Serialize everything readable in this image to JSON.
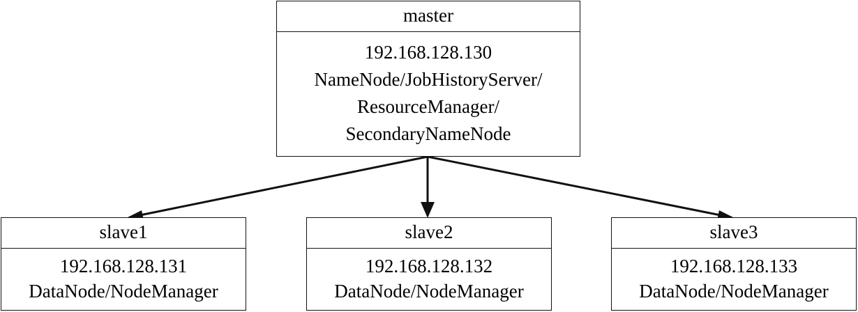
{
  "master": {
    "title": "master",
    "ip": "192.168.128.130",
    "roles": [
      "NameNode/JobHistoryServer/",
      "ResourceManager/",
      "SecondaryNameNode"
    ]
  },
  "slaves": [
    {
      "title": "slave1",
      "ip": "192.168.128.131",
      "roles": "DataNode/NodeManager"
    },
    {
      "title": "slave2",
      "ip": "192.168.128.132",
      "roles": "DataNode/NodeManager"
    },
    {
      "title": "slave3",
      "ip": "192.168.128.133",
      "roles": "DataNode/NodeManager"
    }
  ],
  "colors": {
    "stroke": "#111111",
    "background": "#ffffff"
  }
}
